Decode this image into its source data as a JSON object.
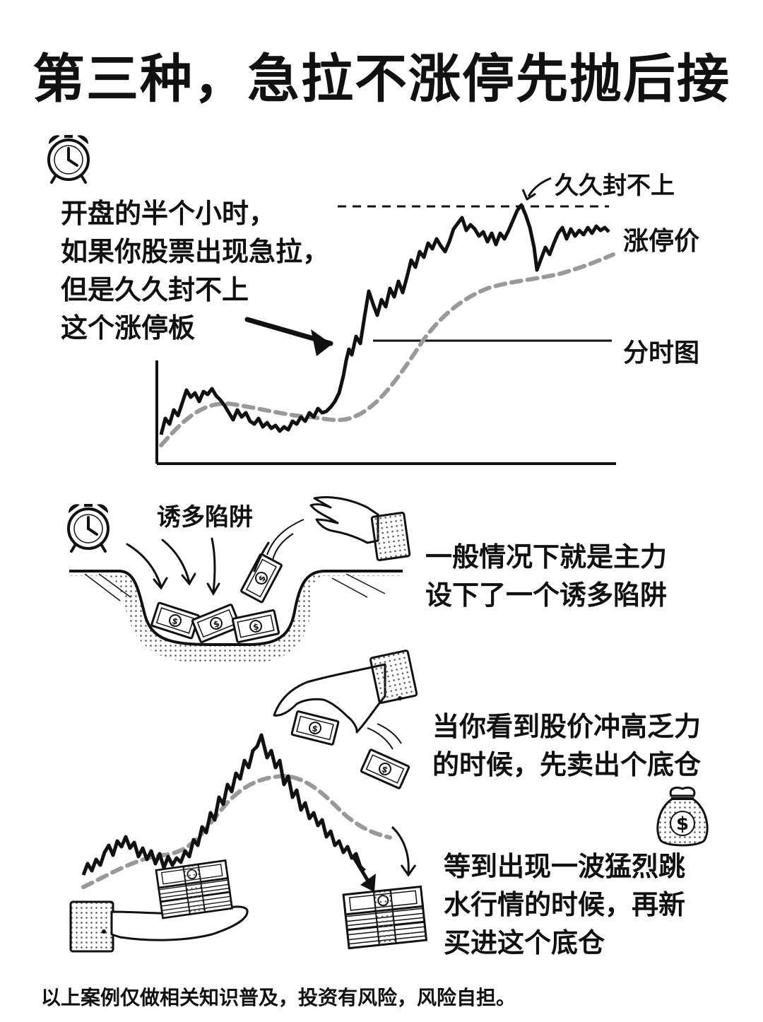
{
  "title": "第三种，急拉不涨停先抛后接",
  "section1": {
    "lines": [
      "开盘的半个小时，",
      "如果你股票出现急拉，",
      "但是久久封不上",
      "这个涨停板"
    ],
    "label_top": "久久封不上",
    "label_limit": "涨停价",
    "label_chart": "分时图"
  },
  "section2": {
    "trap_label": "诱多陷阱",
    "lines": [
      "一般情况下就是主力",
      "设下了一个诱多陷阱"
    ]
  },
  "section3": {
    "sell_lines": [
      "当你看到股价冲高乏力",
      "的时候，先卖出个底仓"
    ],
    "buy_lines": [
      "等到出现一波猛烈跳",
      "水行情的时候，再新",
      "买进这个底仓"
    ]
  },
  "footer": "以上案例仅做相关知识普及，投资有风险，风险自担。",
  "icons": [
    "alarm-clock-icon",
    "dollar-sign-icon",
    "money-bag-icon",
    "hand-icon",
    "banknote-icon"
  ],
  "colors": {
    "ink": "#111111",
    "avg_line": "#999999",
    "background": "#ffffff"
  }
}
